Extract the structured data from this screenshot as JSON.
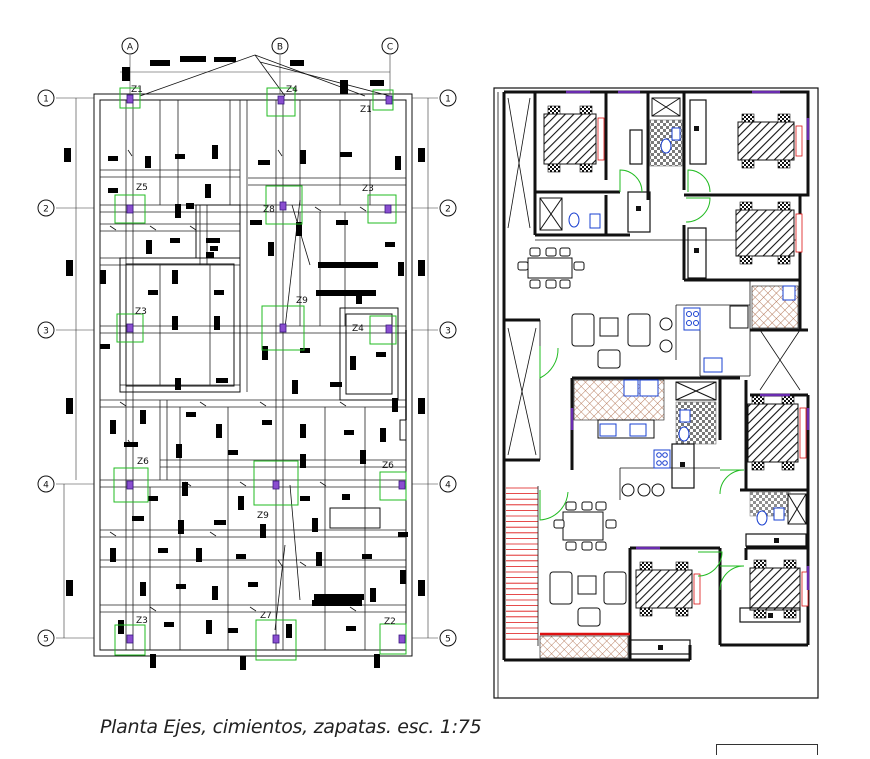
{
  "caption": "Planta Ejes, cimientos, zapatas. esc. 1:75",
  "axes_letters": [
    "A",
    "B",
    "C"
  ],
  "axes_numbers": [
    "1",
    "2",
    "3",
    "4",
    "5"
  ],
  "zapatas": [
    "Z1",
    "Z4",
    "Z1",
    "Z5",
    "Z8",
    "Z3",
    "Z3",
    "Z9",
    "Z4",
    "Z6",
    "Z6",
    "Z9",
    "Z3",
    "Z7",
    "Z2"
  ],
  "colors": {
    "line": "#111111",
    "footing": "#22bb22",
    "column": "#6a2bb0",
    "accent": "#1a40d0",
    "red": "#dd1111",
    "hatch": "#b07050"
  }
}
